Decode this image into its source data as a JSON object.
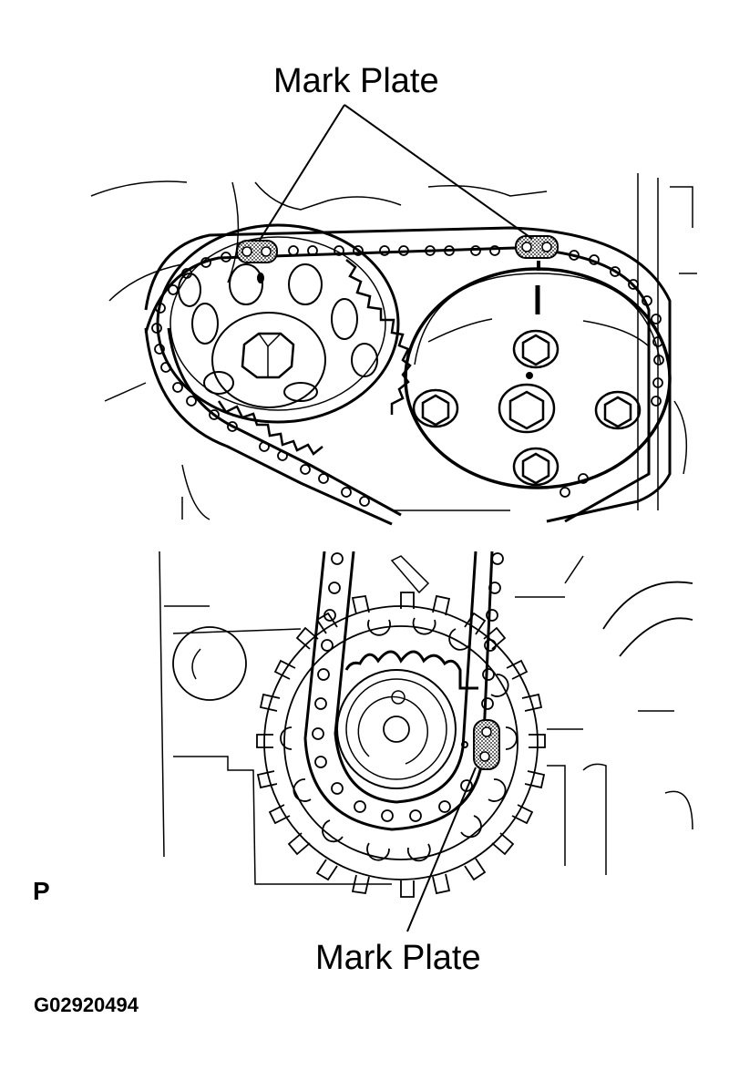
{
  "figure": {
    "callouts": [
      {
        "id": "top",
        "text": "Mark Plate",
        "points_to": [
          "intake-sprocket-mark-plate",
          "exhaust-sprocket-mark-plate"
        ]
      },
      {
        "id": "bottom",
        "text": "Mark Plate",
        "points_to": [
          "crankshaft-sprocket-mark-plate"
        ]
      }
    ],
    "view_letter": "P",
    "figure_id": "G02920494",
    "colors": {
      "line": "#000000",
      "background": "#ffffff"
    }
  }
}
